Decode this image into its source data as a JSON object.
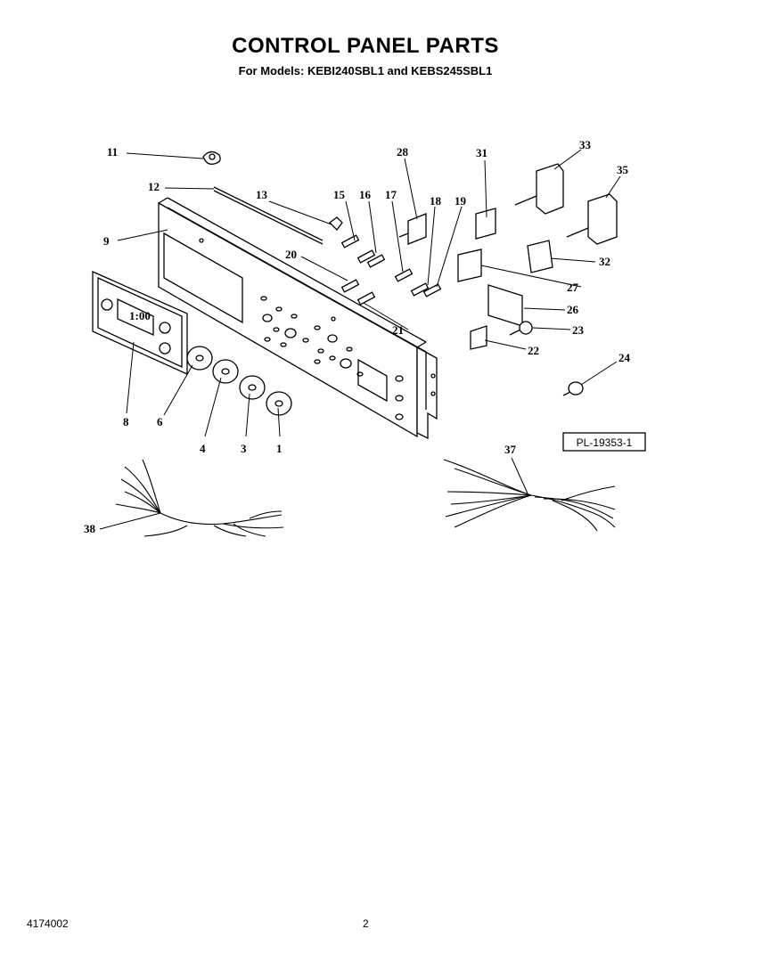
{
  "header": {
    "title": "CONTROL PANEL PARTS",
    "subtitle": "For Models: KEBI240SBL1 and KEBS245SBL1"
  },
  "diagram": {
    "reference": "PL-19353-1",
    "display_readout": "1:00",
    "part_labels": [
      "11",
      "12",
      "13",
      "15",
      "16",
      "17",
      "28",
      "18",
      "19",
      "31",
      "33",
      "35",
      "9",
      "20",
      "32",
      "27",
      "26",
      "21",
      "23",
      "22",
      "24",
      "8",
      "6",
      "4",
      "3",
      "1",
      "37",
      "38"
    ]
  },
  "footer": {
    "doc_number": "4174002",
    "page_number": "2"
  }
}
